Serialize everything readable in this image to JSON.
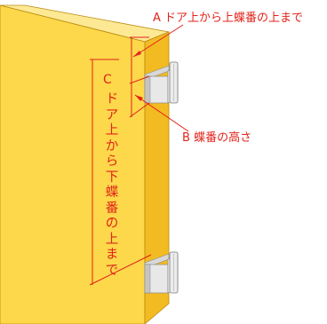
{
  "labels": {
    "a_letter": "A",
    "a_text": "ドア上から上蝶番の上まで",
    "b_letter": "B",
    "b_text": "蝶番の高さ",
    "c_letter": "C",
    "c_text": "ドア上から下蝶番の上まで"
  },
  "colors": {
    "door_front": "#fcd84a",
    "door_side": "#f3bb22",
    "door_top": "#fde993",
    "door_edge": "#b98a10",
    "hinge": "#e6e6e6",
    "hinge_dark": "#9a9a9a",
    "annotation": "#e2231a"
  }
}
